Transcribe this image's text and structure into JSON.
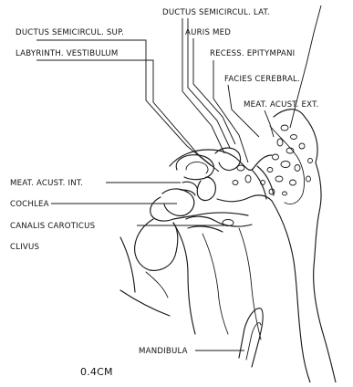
{
  "labels": {
    "ductus_semicircul_lat": "DUCTUS SEMICIRCUL. LAT.",
    "ductus_semicircul_sup": "DUCTUS SEMICIRCUL. SUP.",
    "auris_med": "AURIS MED",
    "labyrinth_vestibulum": "LABYRINTH. VESTIBULUM",
    "recess_epitympani": "RECESS. EPITYMPANI",
    "facies_cerebral": "FACIES CEREBRAL.",
    "meat_acust_ext": "MEAT. ACUST. EXT.",
    "meat_acust_int": "MEAT. ACUST. INT.",
    "cochlea": "COCHLEA",
    "canalis_caroticus": "CANALIS CAROTICUS",
    "clivus": "CLIVUS",
    "mandibula": "MANDIBULA"
  },
  "scale_label": "0.4CM"
}
